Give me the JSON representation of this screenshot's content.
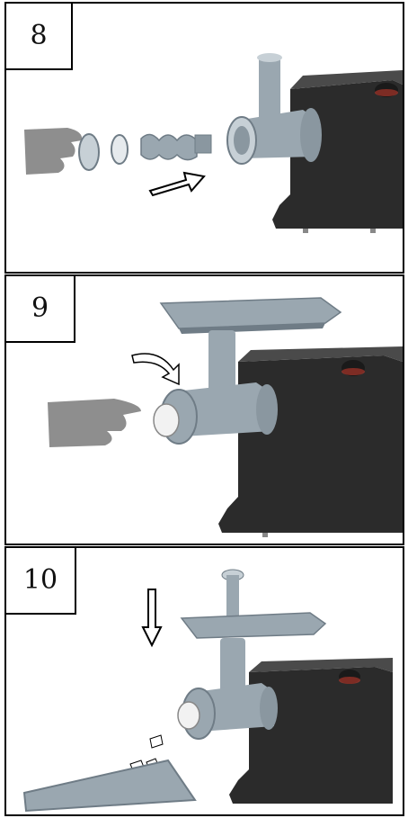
{
  "steps": [
    {
      "number": "8",
      "illustration": "assemble-cutting-parts"
    },
    {
      "number": "9",
      "illustration": "attach-ring-and-tray"
    },
    {
      "number": "10",
      "illustration": "insert-food-with-pusher"
    }
  ],
  "colors": {
    "body": "#2b2b2b",
    "metal": "#9aa7b0",
    "metal_light": "#c7d0d6",
    "metal_dark": "#6f7c86",
    "hand": "#8e8e8e",
    "knob_accent": "#c0392b"
  },
  "icons": [
    "arrow-right-icon",
    "curved-arrow-icon",
    "arrow-down-icon"
  ]
}
